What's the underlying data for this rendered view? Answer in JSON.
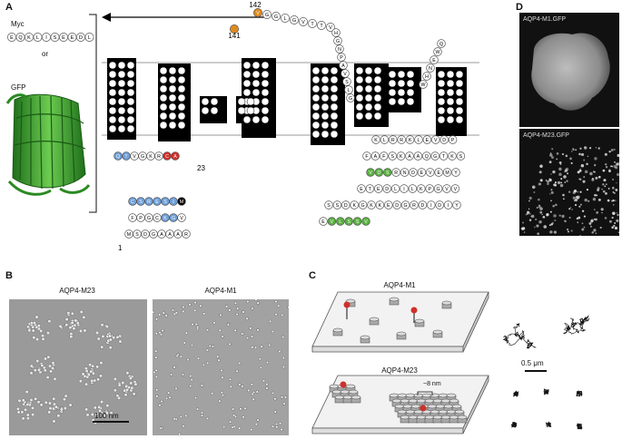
{
  "panels": {
    "A": {
      "label": "A",
      "myc_title": "Myc",
      "myc_seq": "EQKLISEEDL",
      "or_text": "or",
      "gfp_title": "GFP",
      "pos_142": "142",
      "pos_141": "141",
      "pos_23": "23",
      "pos_1": "1",
      "top_loop_seq": "VGGLGVTTV",
      "loop_right_seq": "HGNPAVSLG",
      "right_extra_seq": "QWENHW",
      "nterm_seq": "MSDGAAAR",
      "nterm_row2": "FPGCKGV",
      "nterm_row3": "CSRESIM",
      "nterm_row4": "QTVGKRCA",
      "cterm_row1": "KLRRKLEVDP",
      "cterm_row2": "FAFSKAAQGTKS",
      "cterm_row3": "VDSRNDEVEMY",
      "cterm_row4": "ETEDLILKPGVV",
      "cterm_row5": "SSDKGKKEDGRDIDIY",
      "cterm_row6": "EVLSSV"
    },
    "B": {
      "label": "B",
      "left_title": "AQP4-M23",
      "right_title": "AQP4-M1",
      "scale_text": "100 nm"
    },
    "C": {
      "label": "C",
      "top_title": "AQP4-M1",
      "bottom_title": "AQP4-M23",
      "spacing_text": "~8 nm",
      "scale_text": "0.5 μm"
    },
    "D": {
      "label": "D",
      "top_overlay": "AQP4-M1.GFP",
      "bottom_overlay": "AQP4-M23.GFP"
    }
  },
  "colors": {
    "orange": "#e08a1e",
    "red": "#d0302a",
    "blue": "#6f9fd8",
    "green": "#58b23f",
    "helix_black": "#000000",
    "gfp_green": "#3a9a2c"
  }
}
